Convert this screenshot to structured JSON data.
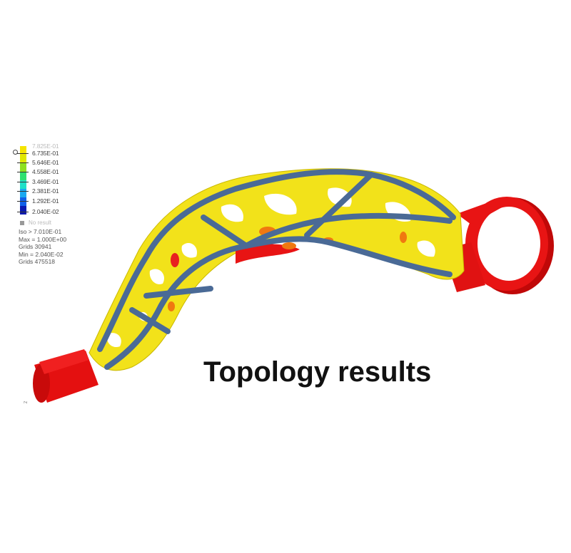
{
  "title": "Topology results",
  "legend": {
    "top_label_partial": "7.825E-01",
    "labels": [
      "6.735E-01",
      "5.646E-01",
      "4.558E-01",
      "3.469E-01",
      "2.381E-01",
      "1.292E-01",
      "2.040E-02"
    ],
    "colors": [
      "#f5e400",
      "#c8e800",
      "#5ee01c",
      "#1fe0c8",
      "#1aa8f0",
      "#1060e8",
      "#0a1ab0"
    ],
    "no_result": "No result"
  },
  "stats": {
    "iso": "Iso > 7.010E-01",
    "max": "Max = 1.000E+00",
    "grids1": "Grids 30941",
    "min": "Min = 2.040E-02",
    "grids2": "Grids 475518"
  },
  "axis_marker": "z",
  "colors": {
    "material": "#f2e21a",
    "high_density": "#e81010",
    "mid_density": "#f07810",
    "struts": "#4a6a96"
  }
}
